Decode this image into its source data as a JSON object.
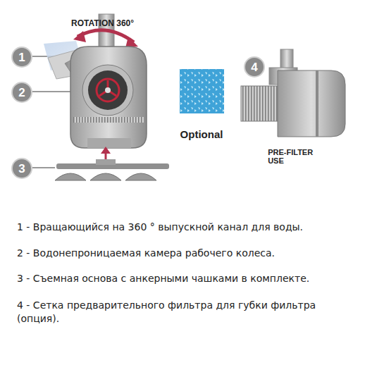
{
  "diagram": {
    "nodes": [
      {
        "text": [
          "1"
        ]
      },
      {
        "text": [
          "2"
        ]
      },
      {
        "text": [
          "3"
        ]
      },
      {
        "text": [
          "4"
        ]
      }
    ],
    "labels": [
      "ROTATION 360°",
      "Optional",
      "PRE-FILTER USE",
      "1 - Вращающийся на 360 ° выпускной канал для воды.",
      "2 - Водонепроницаемая камера рабочего колеса.",
      "3 - Съемная основа с анкерными чашками в комплекте.",
      "4 - Сетка предварительного фильтра для губки фильтра (опция)."
    ]
  }
}
